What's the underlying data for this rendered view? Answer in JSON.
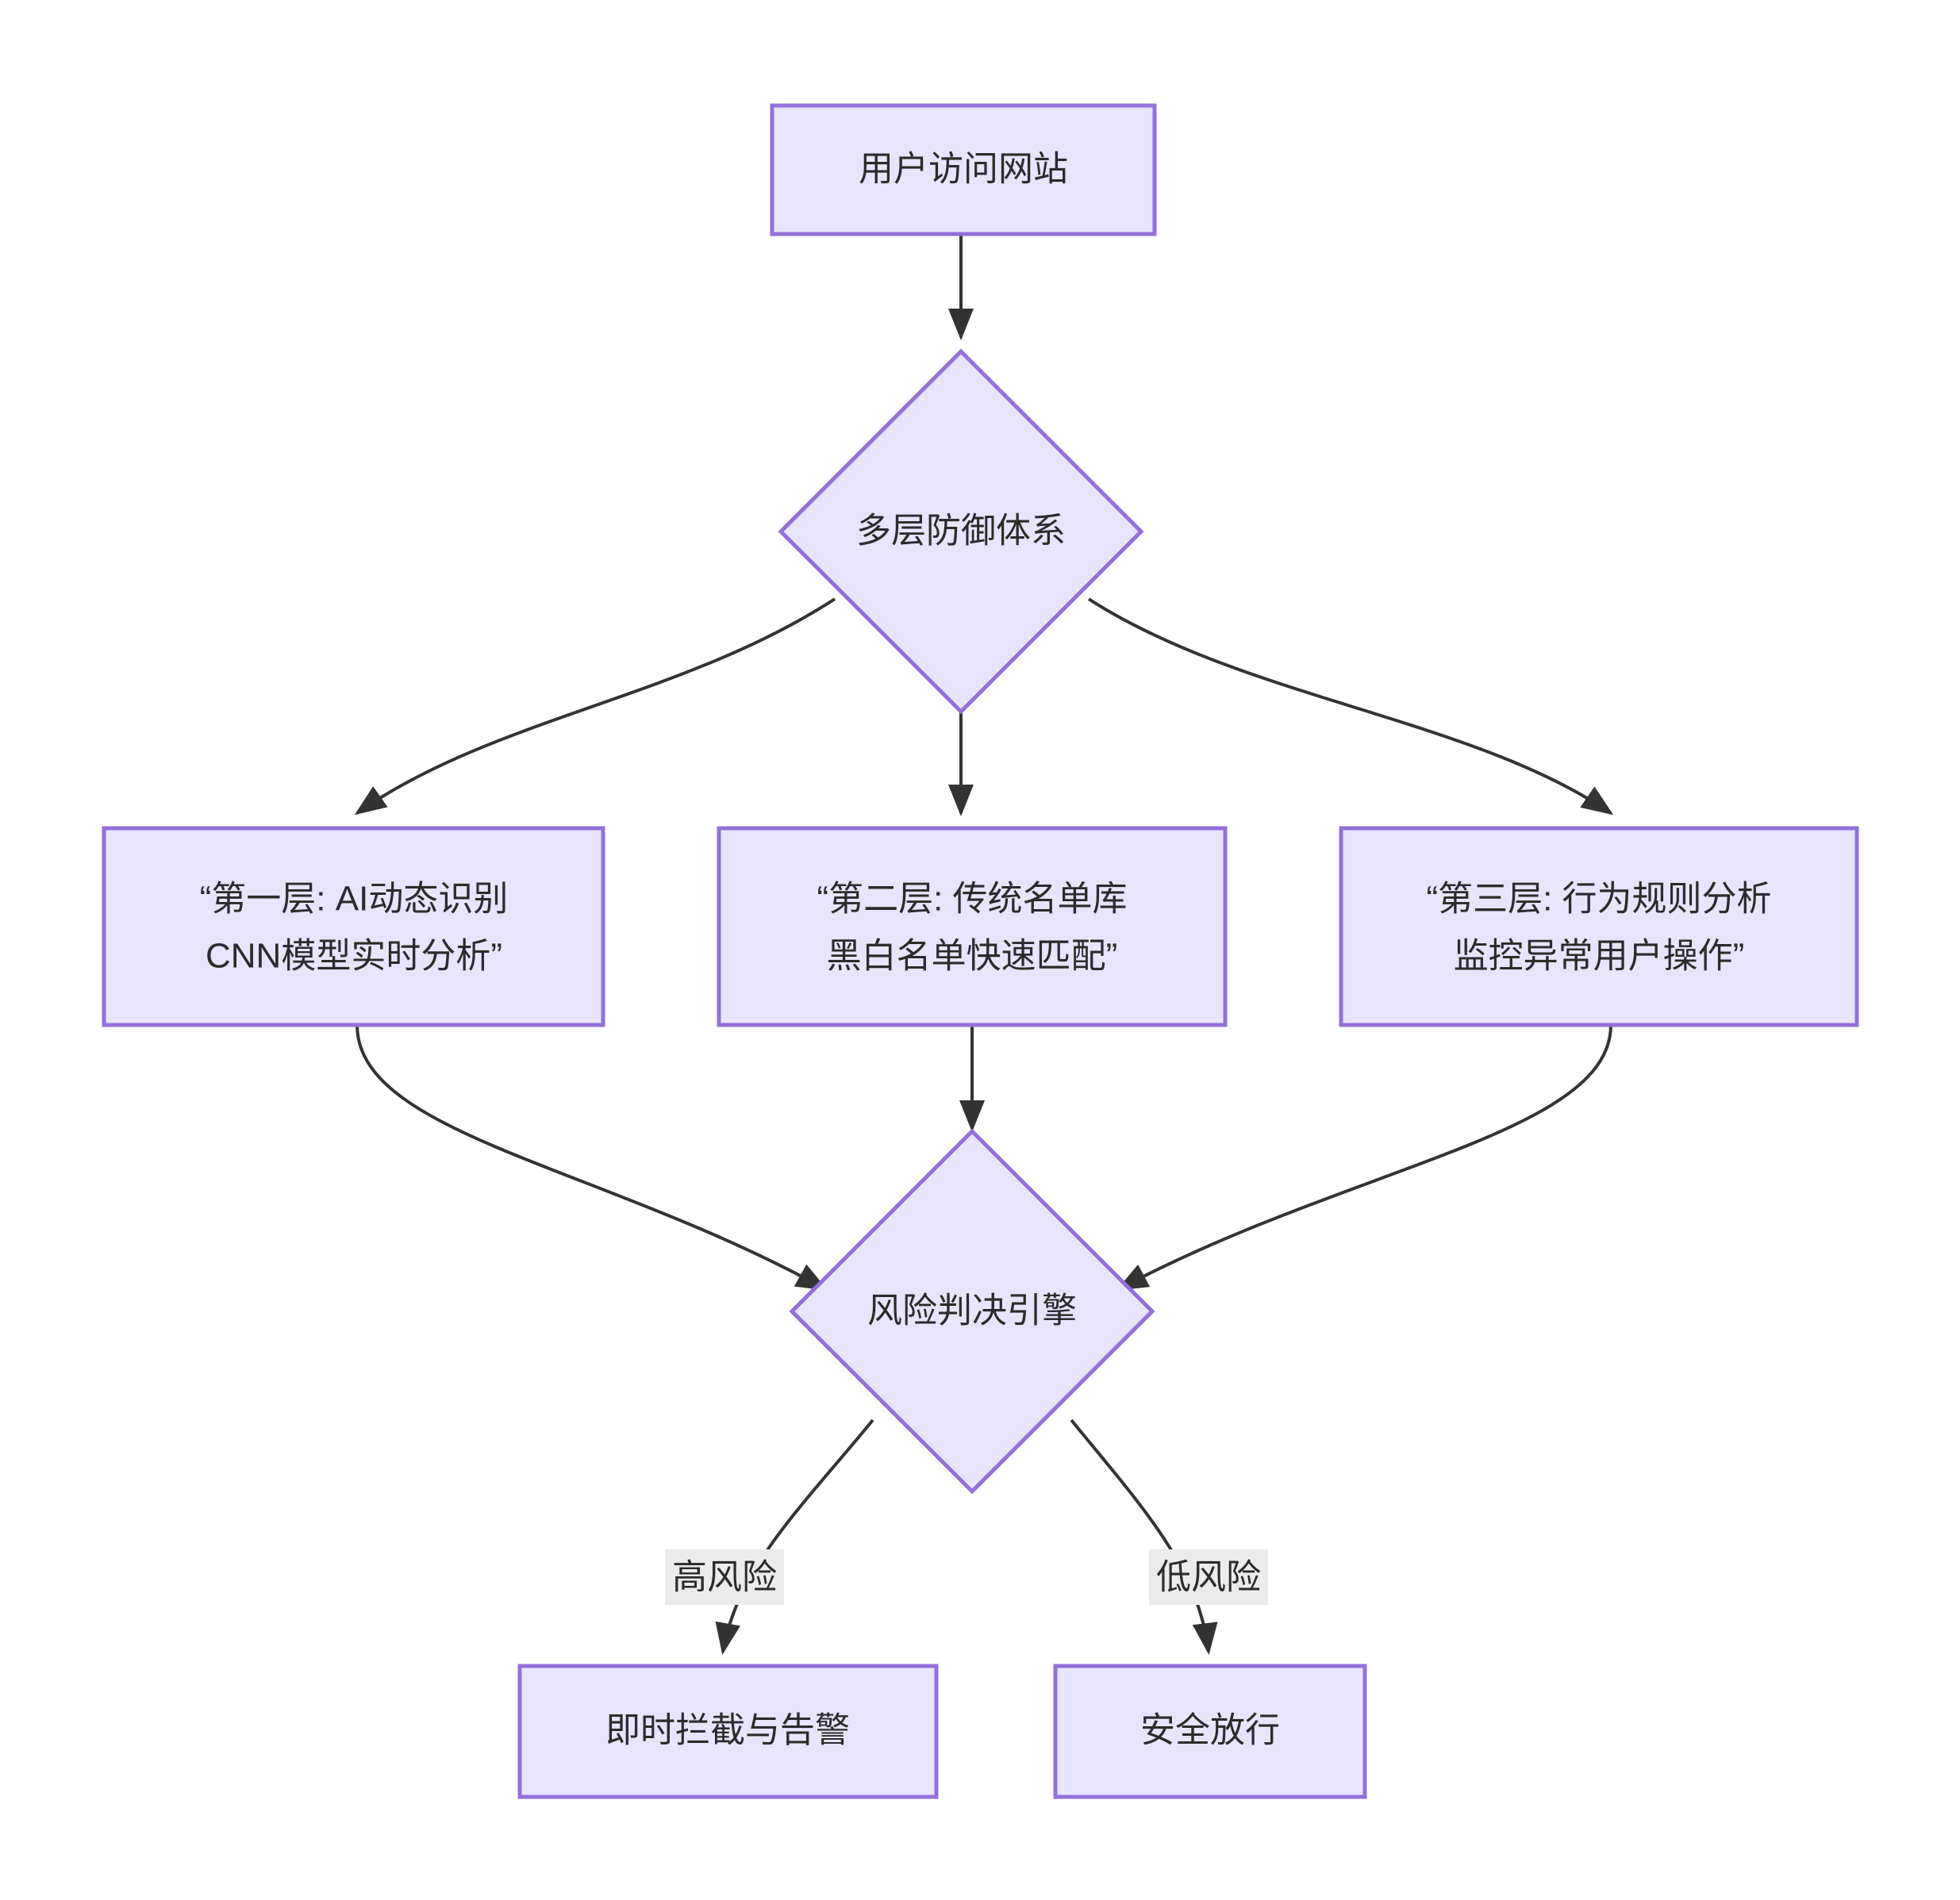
{
  "diagram": {
    "type": "flowchart",
    "direction": "top-down",
    "background_color": "#ffffff",
    "node_fill_color": "#e8e4fb",
    "node_border_color": "#9370DB",
    "edge_color": "#333333",
    "edge_label_bg_color": "#ebebeb",
    "text_color": "#2b2b2b",
    "nodes": [
      {
        "id": "start",
        "shape": "rectangle",
        "label": "用户访问网站",
        "lines": [
          "用户访问网站"
        ]
      },
      {
        "id": "defense",
        "shape": "diamond",
        "label": "多层防御体系",
        "lines": [
          "多层防御体系"
        ]
      },
      {
        "id": "layer1",
        "shape": "rectangle",
        "label": "“第一层: AI动态识别 CNN模型实时分析”",
        "lines": [
          "“第一层: AI动态识别",
          "CNN模型实时分析”"
        ]
      },
      {
        "id": "layer2",
        "shape": "rectangle",
        "label": "“第二层: 传统名单库 黑白名单快速匹配”",
        "lines": [
          "“第二层: 传统名单库",
          "黑白名单快速匹配”"
        ]
      },
      {
        "id": "layer3",
        "shape": "rectangle",
        "label": "“第三层: 行为规则分析 监控异常用户操作”",
        "lines": [
          "“第三层: 行为规则分析",
          "监控异常用户操作”"
        ]
      },
      {
        "id": "engine",
        "shape": "diamond",
        "label": "风险判决引擎",
        "lines": [
          "风险判决引擎"
        ]
      },
      {
        "id": "block",
        "shape": "rectangle",
        "label": "即时拦截与告警",
        "lines": [
          "即时拦截与告警"
        ]
      },
      {
        "id": "pass",
        "shape": "rectangle",
        "label": "安全放行",
        "lines": [
          "安全放行"
        ]
      }
    ],
    "edges": [
      {
        "from": "start",
        "to": "defense",
        "label": ""
      },
      {
        "from": "defense",
        "to": "layer1",
        "label": ""
      },
      {
        "from": "defense",
        "to": "layer2",
        "label": ""
      },
      {
        "from": "defense",
        "to": "layer3",
        "label": ""
      },
      {
        "from": "layer1",
        "to": "engine",
        "label": ""
      },
      {
        "from": "layer2",
        "to": "engine",
        "label": ""
      },
      {
        "from": "layer3",
        "to": "engine",
        "label": ""
      },
      {
        "from": "engine",
        "to": "block",
        "label": "高风险"
      },
      {
        "from": "engine",
        "to": "pass",
        "label": "低风险"
      }
    ],
    "edge_labels": {
      "high_risk": "高风险",
      "low_risk": "低风险"
    }
  }
}
